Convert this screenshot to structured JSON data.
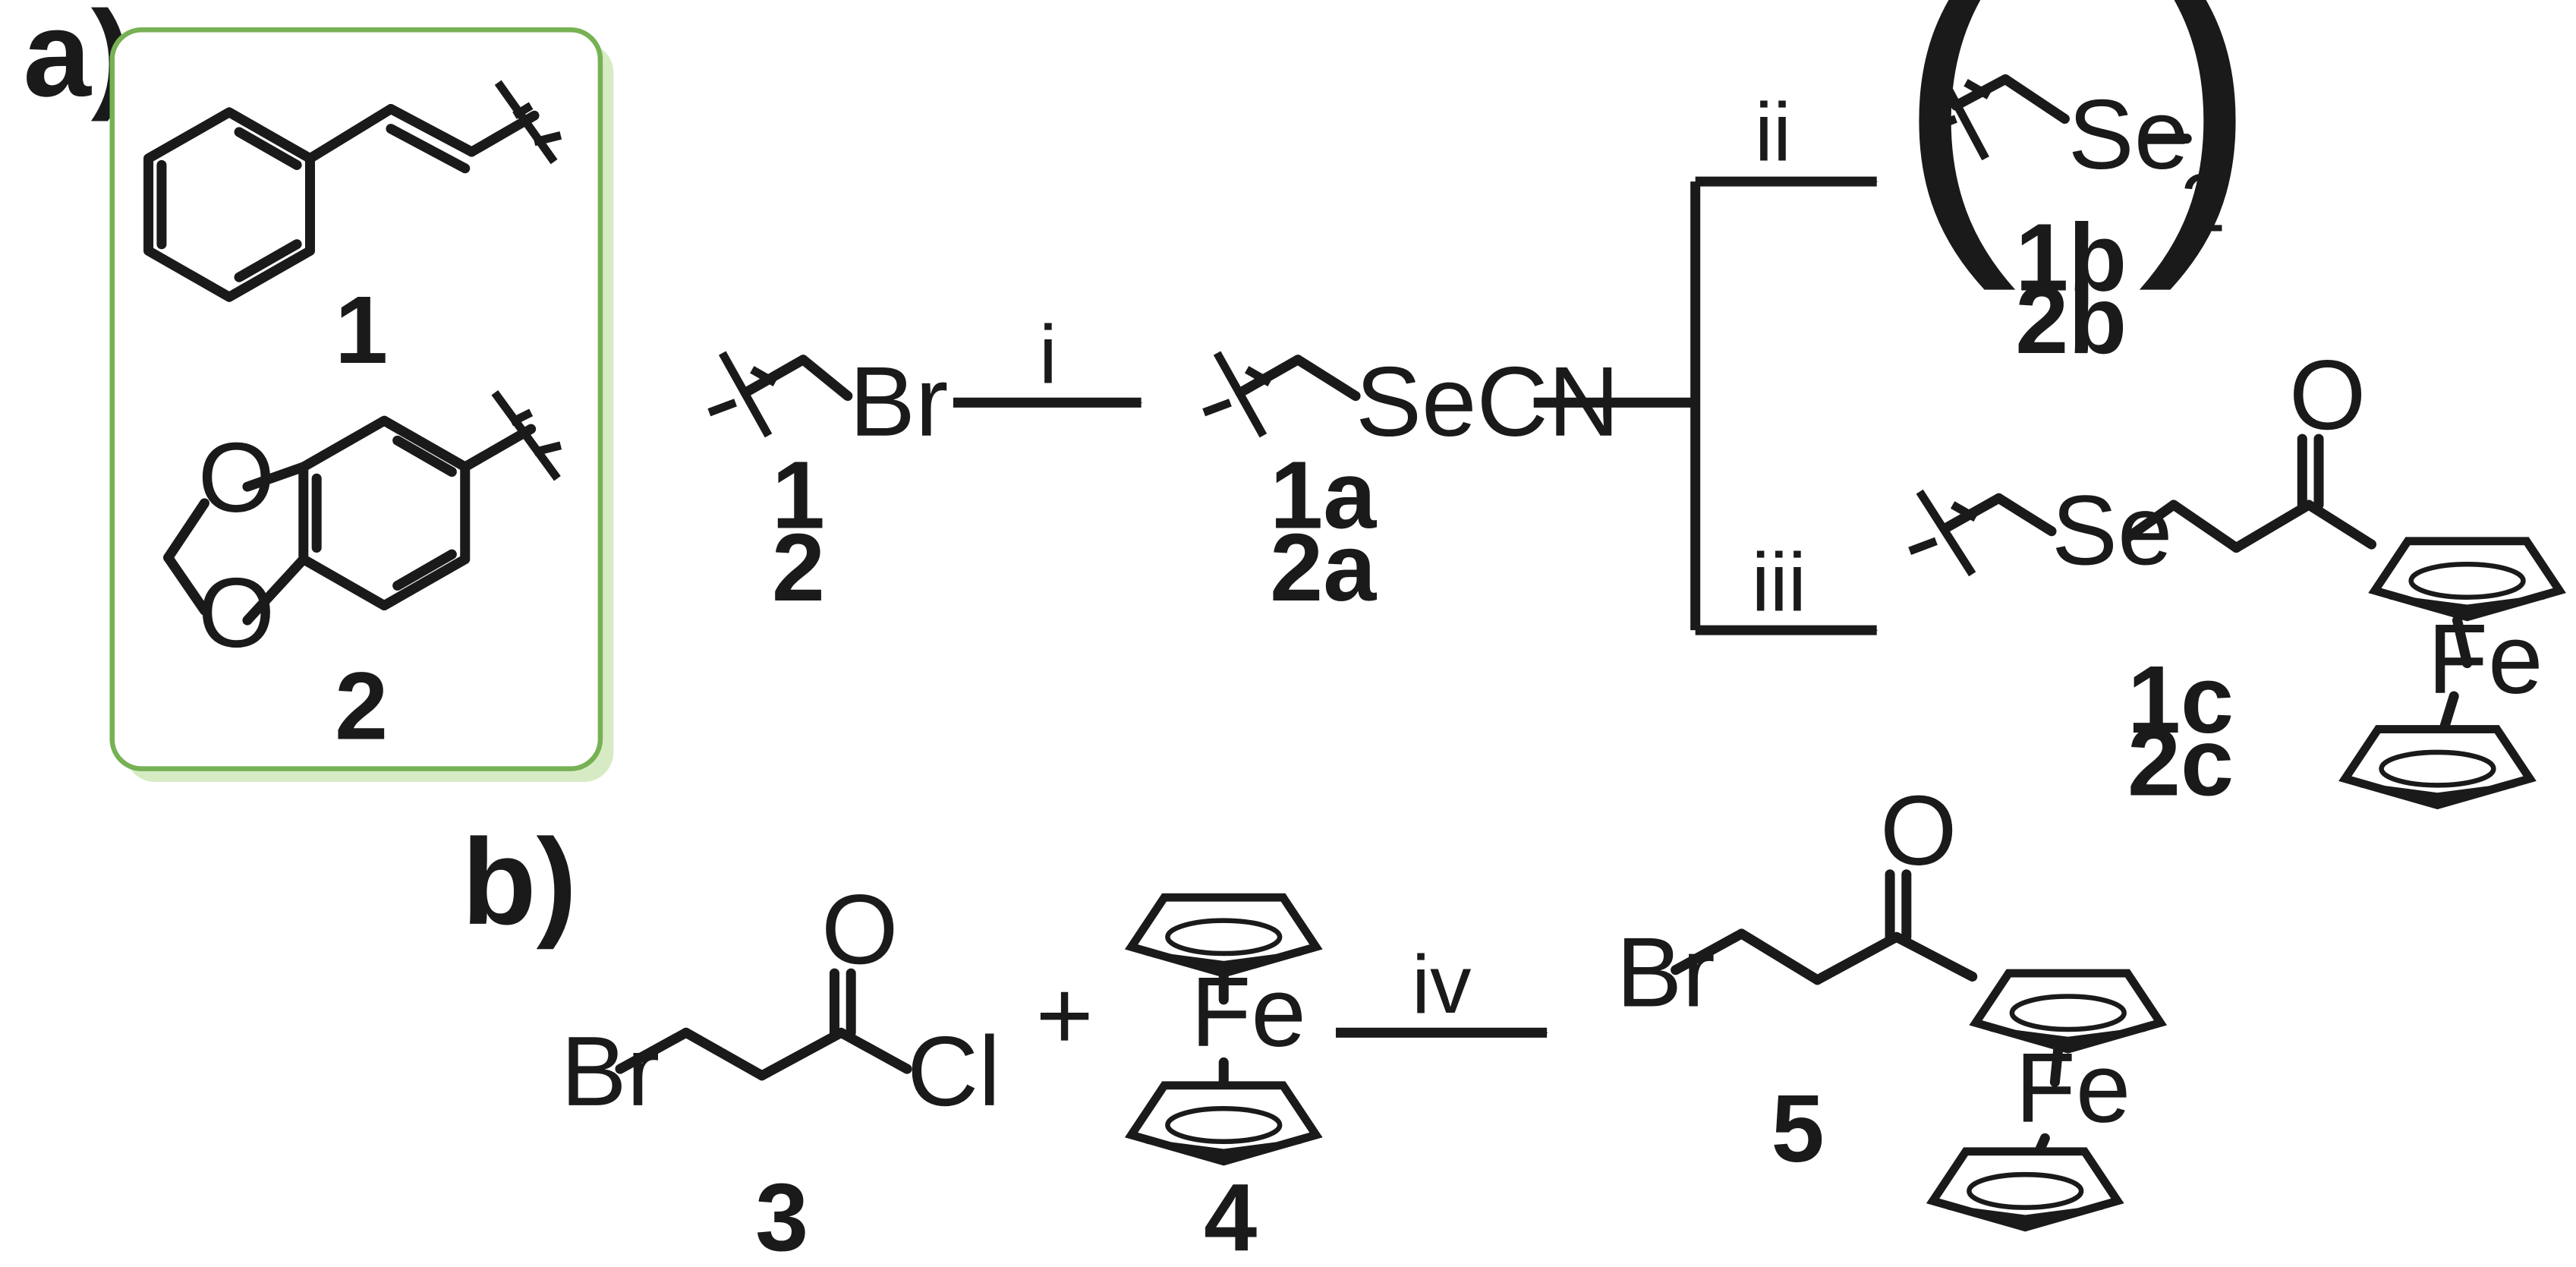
{
  "panel_labels": {
    "a": "a)",
    "b": "b)"
  },
  "compound_numbers": {
    "box_1": "1",
    "box_2": "2",
    "start_1": "1",
    "start_2": "2",
    "thiocyanate_1": "1a",
    "thiocyanate_2": "2a",
    "diselenide_1": "1b",
    "diselenide_2": "2b",
    "ferrocenyl_1": "1c",
    "ferrocenyl_2": "2c",
    "acyl_chloride": "3",
    "ferrocene": "4",
    "bromoketone": "5"
  },
  "atoms": {
    "O": "O",
    "Br": "Br",
    "SeCN": "SeCN",
    "Se": "Se",
    "Fe": "Fe",
    "Cl": "Cl",
    "subscript_2": "2",
    "plus": "+"
  },
  "conditions": {
    "i": "i",
    "ii": "ii",
    "iii": "iii",
    "iv": "iv"
  },
  "colors": {
    "highlight_box": "#76b154",
    "box_shadow": "#d6ebc4",
    "ink": "#1a1a1a"
  }
}
